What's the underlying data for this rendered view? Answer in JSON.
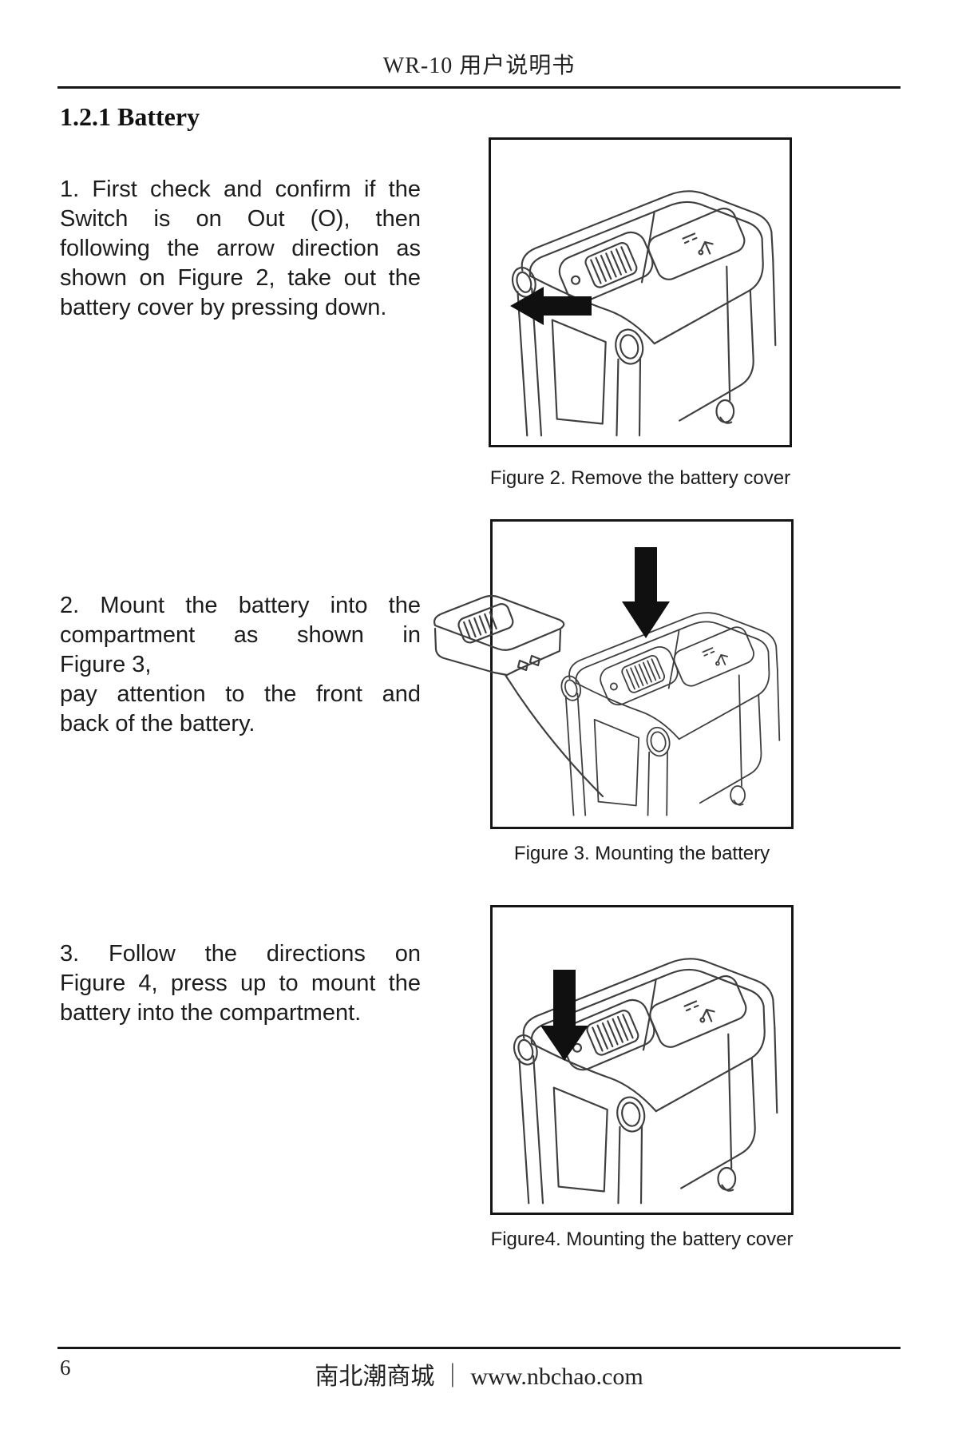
{
  "header": {
    "title": "WR-10 用户说明书"
  },
  "section": {
    "heading": "1.2.1 Battery"
  },
  "steps": [
    {
      "lines": [
        "1. First check and confirm if the",
        "Switch is on Out (O), then",
        "following the arrow direction as",
        "shown on Figure 2, take out the",
        "battery cover by pressing down."
      ]
    },
    {
      "lines": [
        "2. Mount the battery into the",
        "compartment as shown in",
        "Figure 3,",
        "pay attention to the front and",
        "back of the battery."
      ]
    },
    {
      "lines": [
        "3. Follow the directions on",
        "Figure 4, press up to mount the",
        "battery into the compartment."
      ]
    }
  ],
  "figures": [
    {
      "caption": "Figure 2. Remove the battery cover",
      "arrow_icon": "arrow-left-icon",
      "content": "device-top-view-line-drawing"
    },
    {
      "caption": "Figure 3. Mounting the battery",
      "arrow_icon": "arrow-down-icon",
      "content": "device-with-battery-line-drawing"
    },
    {
      "caption": "Figure4. Mounting the battery cover",
      "arrow_icon": "arrow-down-icon",
      "content": "device-top-view-line-drawing"
    }
  ],
  "footer": {
    "page_number": "6",
    "center_text": "南北潮商城 ｜ www.nbchao.com"
  },
  "colors": {
    "ink": "#1b1b1b",
    "frame_border": "#151515",
    "arrow_fill": "#101010"
  }
}
